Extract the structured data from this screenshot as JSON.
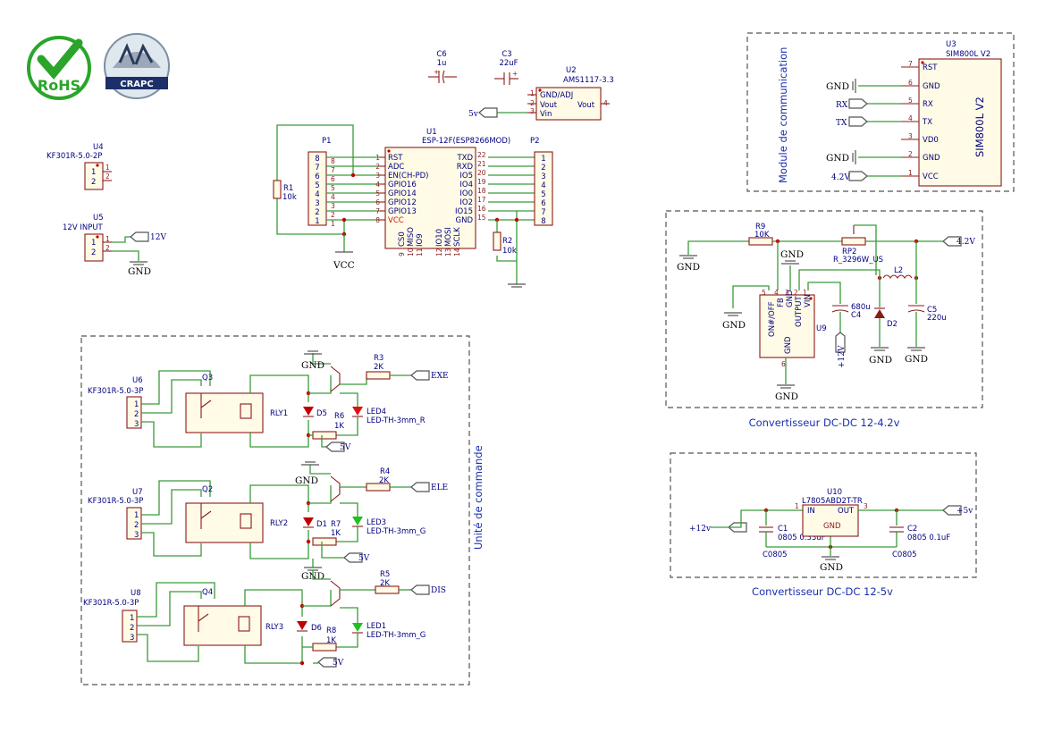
{
  "logos": {
    "rohs": "RoHS",
    "crapc": "CRAPC"
  },
  "ic": {
    "C6": {
      "ref": "C6",
      "val": "1u"
    },
    "C3": {
      "ref": "C3",
      "val": "22uF"
    },
    "U2": {
      "ref": "U2",
      "val": "AMS1117-3.3",
      "pins": [
        "GND/ADJ",
        "Vout",
        "Vin",
        "Vout"
      ],
      "nums": [
        "1",
        "2",
        "3",
        "4"
      ]
    },
    "U1": {
      "ref": "U1",
      "val": "ESP-12F(ESP8266MOD)",
      "left_pins": [
        "RST",
        "ADC",
        "EN(CH-PD)",
        "GPIO16",
        "GPIO14",
        "GPIO12",
        "GPIO13",
        "VCC"
      ],
      "left_nums": [
        "1",
        "2",
        "3",
        "4",
        "5",
        "6",
        "7",
        "8"
      ],
      "right_pins": [
        "TXD",
        "RXD",
        "IO5",
        "IO4",
        "IO0",
        "IO2",
        "IO15",
        "GND"
      ],
      "right_nums": [
        "22",
        "21",
        "20",
        "19",
        "18",
        "17",
        "16",
        "15"
      ],
      "bottom_pins": [
        "CS0",
        "MISO",
        "IO9",
        "IO10",
        "MOSI",
        "SCLK"
      ],
      "bottom_nums": [
        "9",
        "10",
        "11",
        "12",
        "13",
        "14"
      ]
    },
    "P1": {
      "ref": "P1",
      "nums": [
        "8",
        "7",
        "6",
        "5",
        "4",
        "3",
        "2",
        "1"
      ]
    },
    "P2": {
      "ref": "P2",
      "nums": [
        "1",
        "2",
        "3",
        "4",
        "5",
        "6",
        "7",
        "8"
      ]
    },
    "R1": {
      "ref": "R1",
      "val": "10k"
    },
    "R2": {
      "ref": "R2",
      "val": "10k"
    },
    "U4": {
      "ref": "U4",
      "val": "KF301R-5.0-2P"
    },
    "U5": {
      "ref": "U5",
      "val": "12V INPUT"
    },
    "U3": {
      "ref": "U3",
      "val": "SIM800L V2",
      "pins": [
        "RST",
        "GND",
        "RX",
        "TX",
        "VD0",
        "GND",
        "VCC"
      ],
      "nums": [
        "7",
        "6",
        "5",
        "4",
        "3",
        "2",
        "1"
      ],
      "body": "SIM800L V2"
    },
    "R9": {
      "ref": "R9",
      "val": "10K"
    },
    "RP2": {
      "ref": "RP2",
      "val": "R_3296W_US"
    },
    "L2": {
      "ref": "L2"
    },
    "C4": {
      "ref": "C4",
      "val": "680u"
    },
    "C5": {
      "ref": "C5",
      "val": "220u"
    },
    "D2": {
      "ref": "D2"
    },
    "U9": {
      "ref": "U9",
      "pins": [
        "ON#/OFF",
        "FB",
        "GND",
        "OUTPUT",
        "VIN",
        "GND"
      ],
      "nums": [
        "5",
        "4",
        "3",
        "2",
        "1",
        "6"
      ]
    },
    "U10": {
      "ref": "U10",
      "val": "L7805ABD2T-TR",
      "in": "IN",
      "out": "OUT",
      "gnd": "GND",
      "n_in": "1",
      "n_out": "3"
    },
    "C1": {
      "ref": "C1",
      "val": "0805 0.33uF",
      "pkg": "C0805"
    },
    "C2": {
      "ref": "C2",
      "val": "0805 0.1uF",
      "pkg": "C0805"
    },
    "U6": {
      "ref": "U6",
      "val": "KF301R-5.0-3P"
    },
    "U7": {
      "ref": "U7",
      "val": "KF301R-5.0-3P"
    },
    "U8": {
      "ref": "U8",
      "val": "KF301R-5.0-3P"
    },
    "Q3": {
      "ref": "Q3"
    },
    "Q2": {
      "ref": "Q2"
    },
    "Q4": {
      "ref": "Q4"
    },
    "RLY1": {
      "ref": "RLY1"
    },
    "RLY2": {
      "ref": "RLY2"
    },
    "RLY3": {
      "ref": "RLY3"
    },
    "D5": {
      "ref": "D5"
    },
    "D1": {
      "ref": "D1"
    },
    "D6": {
      "ref": "D6"
    },
    "R3": {
      "ref": "R3",
      "val": "2K"
    },
    "R4": {
      "ref": "R4",
      "val": "2K"
    },
    "R5": {
      "ref": "R5",
      "val": "2K"
    },
    "R6": {
      "ref": "R6",
      "val": "1K"
    },
    "R7": {
      "ref": "R7",
      "val": "1K"
    },
    "R8": {
      "ref": "R8",
      "val": "1K"
    },
    "LED4": {
      "ref": "LED4",
      "val": "LED-TH-3mm_R"
    },
    "LED3": {
      "ref": "LED3",
      "val": "LED-TH-3mm_G"
    },
    "LED1": {
      "ref": "LED1",
      "val": "LED-TH-3mm_G"
    }
  },
  "nets": {
    "gnd": "GND",
    "vcc": "VCC",
    "v12": "12V",
    "v5": "5v",
    "v5u": "5V",
    "v42": "4.2V",
    "p12": "+12v",
    "p5": "+5v",
    "p12v": "+12V",
    "rx": "RX",
    "tx": "TX",
    "exe": "EXE",
    "ele": "ELE",
    "dis": "DIS"
  },
  "captions": {
    "comm": "Module de communication",
    "dc42": "Convertisseur DC-DC 12-4.2v",
    "dc5": "Convertisseur DC-DC 12-5v",
    "cmd": "Unité de commande"
  },
  "colors": {
    "wire": "#3a9a3a",
    "component": "#8b1a1a",
    "label": "#000080",
    "caption": "#1a2fb0",
    "led_red": "#e01010",
    "led_green": "#20c020"
  }
}
